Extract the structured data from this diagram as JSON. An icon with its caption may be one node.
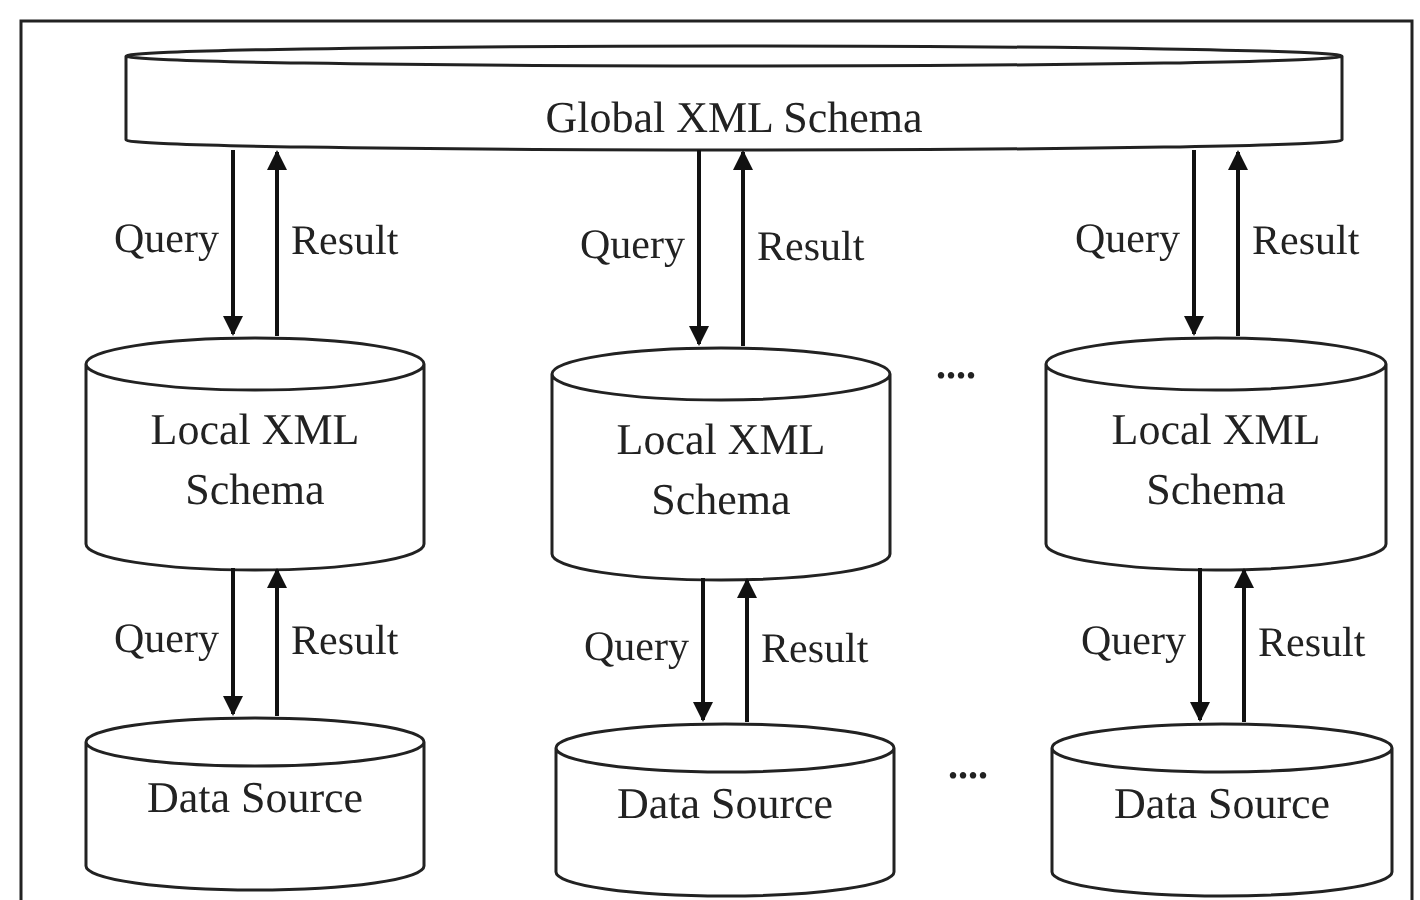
{
  "diagram": {
    "nodes": [
      {
        "text": [
          "Global XML Schema"
        ]
      },
      {
        "text": [
          "Local XML Schema"
        ]
      },
      {
        "text": [
          "Local XML Schema"
        ]
      },
      {
        "text": [
          "Local XML Schema"
        ]
      },
      {
        "text": [
          "Data Source"
        ]
      },
      {
        "text": [
          "Data Source"
        ]
      },
      {
        "text": [
          "Data Source"
        ]
      }
    ],
    "edges": [
      {
        "from": 0,
        "to": 1,
        "arrow": "to",
        "label": "Query"
      },
      {
        "from": 1,
        "to": 0,
        "arrow": "to",
        "label": "Result"
      },
      {
        "from": 0,
        "to": 2,
        "arrow": "to",
        "label": "Query"
      },
      {
        "from": 2,
        "to": 0,
        "arrow": "to",
        "label": "Result"
      },
      {
        "from": 0,
        "to": 3,
        "arrow": "to",
        "label": "Query"
      },
      {
        "from": 3,
        "to": 0,
        "arrow": "to",
        "label": "Result"
      },
      {
        "from": 1,
        "to": 4,
        "arrow": "to",
        "label": "Query"
      },
      {
        "from": 4,
        "to": 1,
        "arrow": "to",
        "label": "Result"
      },
      {
        "from": 2,
        "to": 5,
        "arrow": "to",
        "label": "Query"
      },
      {
        "from": 5,
        "to": 2,
        "arrow": "to",
        "label": "Result"
      },
      {
        "from": 3,
        "to": 6,
        "arrow": "to",
        "label": "Query"
      },
      {
        "from": 6,
        "to": 3,
        "arrow": "to",
        "label": "Result"
      }
    ],
    "labels": [
      "....",
      "...."
    ]
  }
}
